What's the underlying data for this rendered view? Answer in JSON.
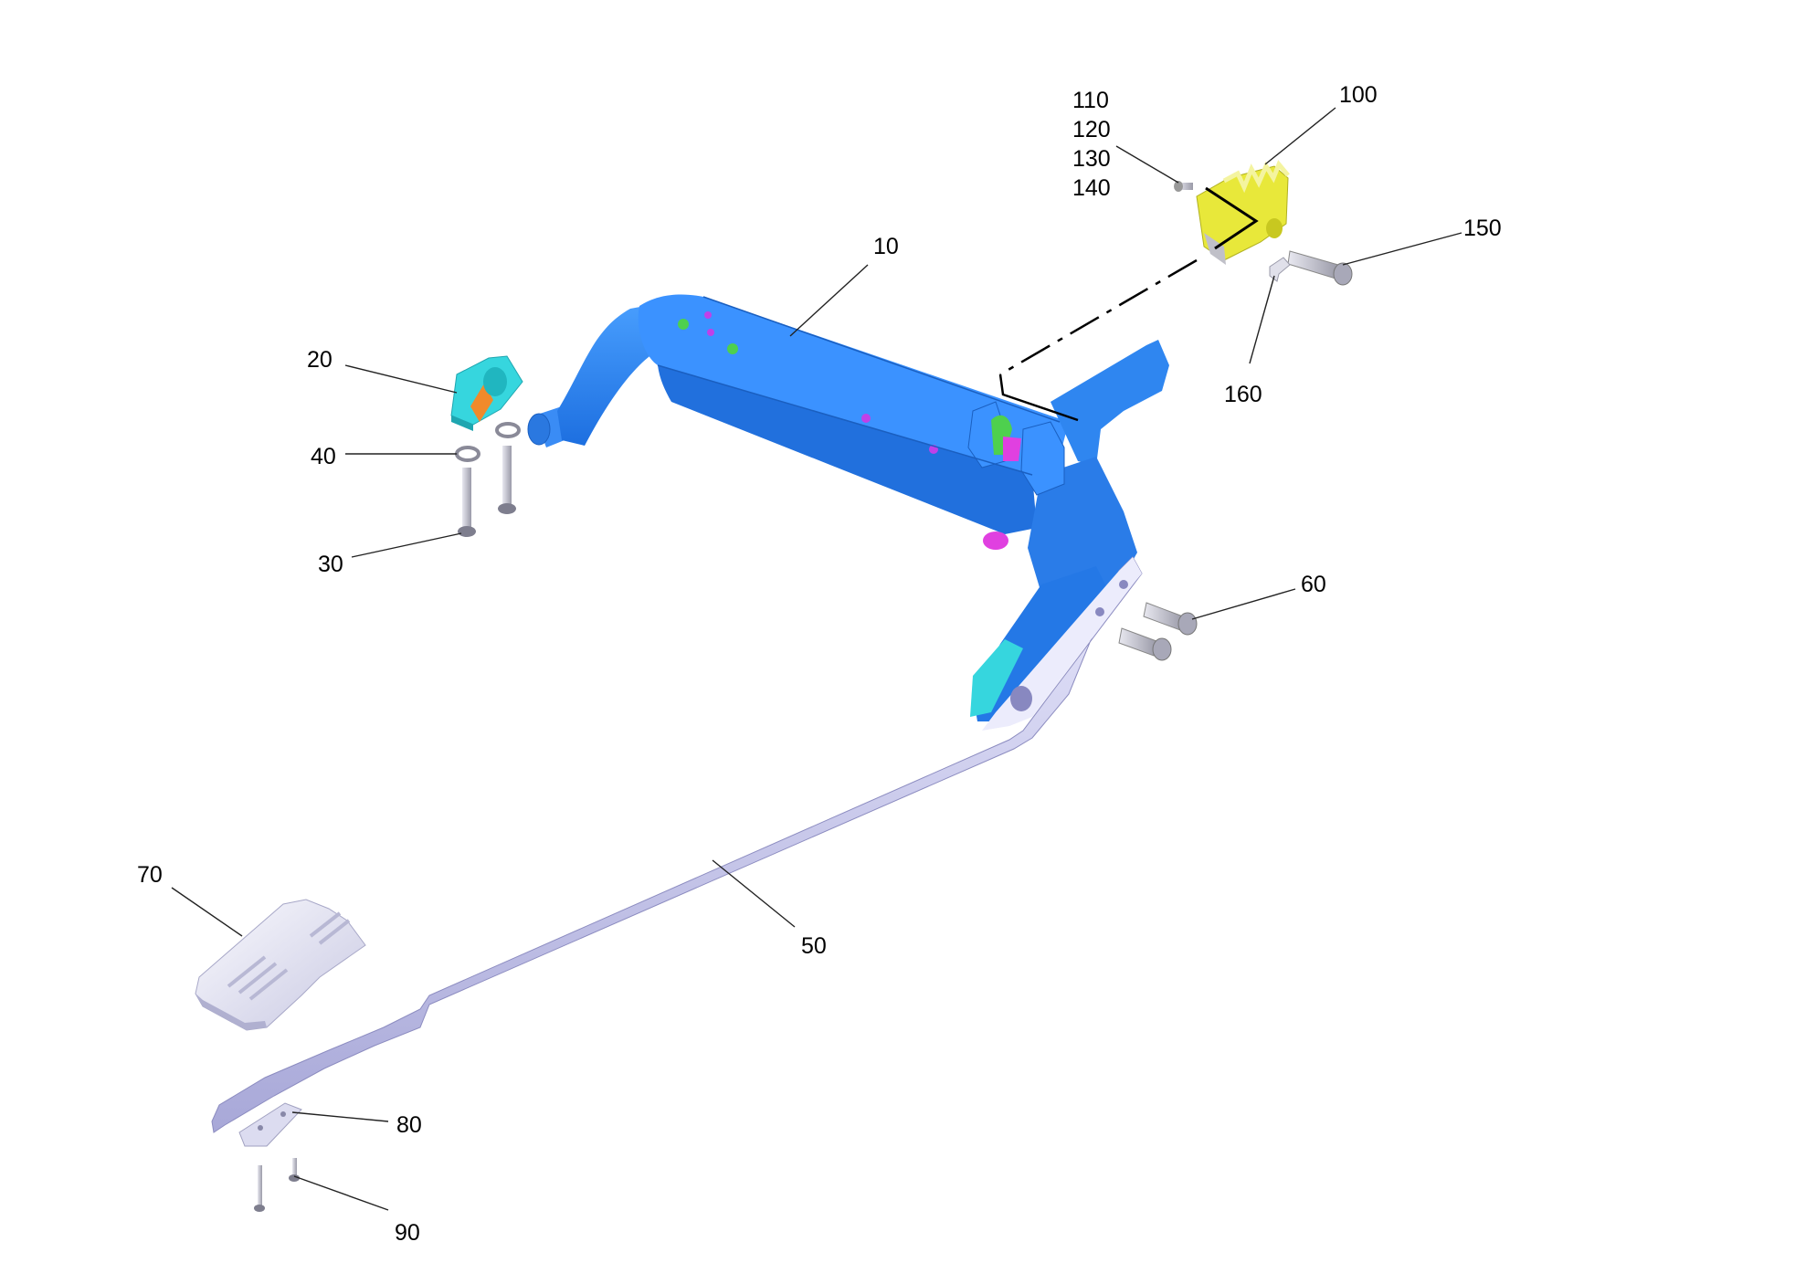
{
  "callouts": {
    "c10": "10",
    "c20": "20",
    "c30": "30",
    "c40": "40",
    "c50": "50",
    "c60": "60",
    "c70": "70",
    "c80": "80",
    "c90": "90",
    "c100": "100",
    "c110": "110",
    "c120": "120",
    "c130": "130",
    "c140": "140",
    "c150": "150",
    "c160": "160"
  },
  "colors": {
    "frame": "#2f86f0",
    "pedal_arm": "#c8c8ee",
    "bracket": "#36d6de",
    "sensor": "#e8e83a",
    "bolt": "#c4c4d0",
    "accent_magenta": "#e040e0",
    "accent_green": "#4ed04e"
  }
}
